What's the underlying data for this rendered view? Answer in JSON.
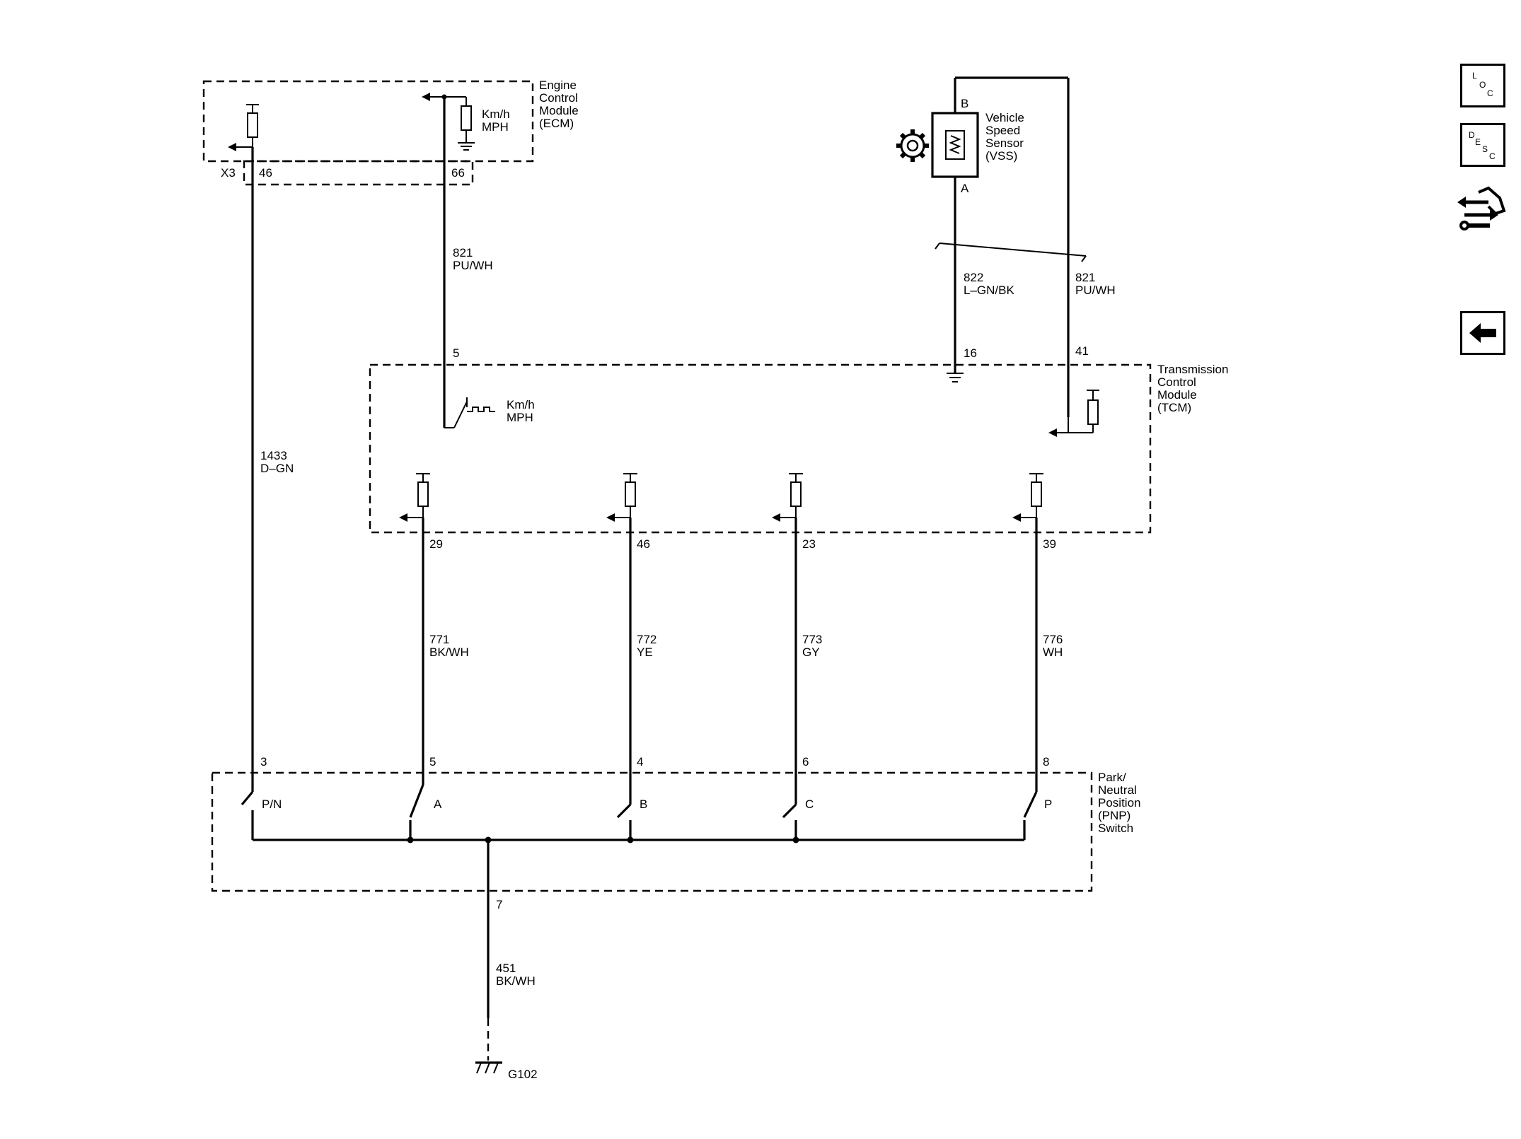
{
  "modules": {
    "ecm": {
      "l1": "Engine",
      "l2": "Control",
      "l3": "Module",
      "l4": "(ECM)"
    },
    "tcm": {
      "l1": "Transmission",
      "l2": "Control",
      "l3": "Module",
      "l4": "(TCM)"
    },
    "vss": {
      "l1": "Vehicle",
      "l2": "Speed",
      "l3": "Sensor",
      "l4": "(VSS)"
    },
    "pnp": {
      "l1": "Park/",
      "l2": "Neutral",
      "l3": "Position",
      "l4": "(PNP)",
      "l5": "Switch"
    }
  },
  "connector": "X3",
  "speed_label": {
    "l1": "Km/h",
    "l2": "MPH"
  },
  "pins": {
    "ecm_46": "46",
    "ecm_66": "66",
    "tcm_5": "5",
    "tcm_16": "16",
    "tcm_41": "41",
    "tcm_29": "29",
    "tcm_46": "46",
    "tcm_23": "23",
    "tcm_39": "39",
    "vss_b": "B",
    "vss_a": "A",
    "pnp_3": "3",
    "pnp_5": "5",
    "pnp_4": "4",
    "pnp_6": "6",
    "pnp_8": "8",
    "pnp_7": "7"
  },
  "wires": {
    "w821_top": {
      "circuit": "821",
      "color": "PU/WH"
    },
    "w822": {
      "circuit": "822",
      "color": "L–GN/BK"
    },
    "w821_right": {
      "circuit": "821",
      "color": "PU/WH"
    },
    "w1433": {
      "circuit": "1433",
      "color": "D–GN"
    },
    "w771": {
      "circuit": "771",
      "color": "BK/WH"
    },
    "w772": {
      "circuit": "772",
      "color": "YE"
    },
    "w773": {
      "circuit": "773",
      "color": "GY"
    },
    "w776": {
      "circuit": "776",
      "color": "WH"
    },
    "w451": {
      "circuit": "451",
      "color": "BK/WH"
    }
  },
  "switch_positions": {
    "pn": "P/N",
    "a": "A",
    "b": "B",
    "c": "C",
    "p": "P"
  },
  "ground": "G102",
  "side_buttons": {
    "loc": {
      "l": "L",
      "o": "O",
      "c": "C"
    },
    "desc": {
      "d": "D",
      "e": "E",
      "s": "S",
      "c": "C"
    },
    "icons": [
      "location-button",
      "description-button",
      "connector-tool-icon",
      "back-arrow-icon"
    ]
  }
}
